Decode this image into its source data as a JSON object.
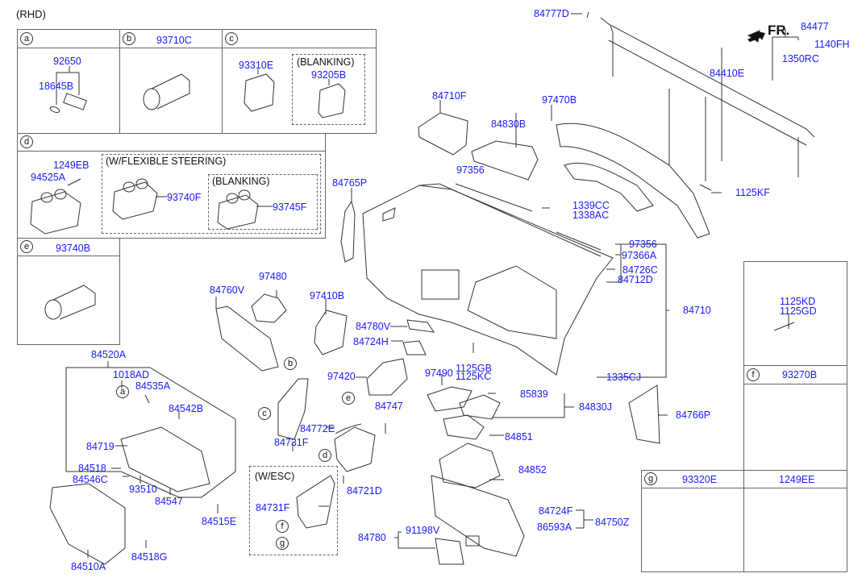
{
  "title": "(RHD)",
  "direction_marker": "FR.",
  "callout_boxes": {
    "a": {
      "letter": "a",
      "parts": [
        "92650",
        "18645B"
      ]
    },
    "b": {
      "letter": "b",
      "header_part": "93710C"
    },
    "c": {
      "letter": "c",
      "parts": [
        "93310E"
      ],
      "blanking_label": "(BLANKING)",
      "blanking_part": "93205B"
    },
    "d": {
      "letter": "d",
      "parts": [
        "1249EB",
        "94525A"
      ],
      "flex_label": "(W/FLEXIBLE STEERING)",
      "flex_part": "93740F",
      "blanking_label": "(BLANKING)",
      "blanking_part": "93745F"
    },
    "e": {
      "letter": "e",
      "header_part": "93740B"
    },
    "bolt_box": {
      "parts": [
        "1125KD",
        "1125GD"
      ]
    },
    "f": {
      "letter": "f",
      "header_part": "93270B"
    },
    "g": {
      "letter": "g",
      "header_part": "93320E",
      "second_part": "1249EE"
    }
  },
  "main_labels": {
    "p84777D": "84777D",
    "p84477": "84477",
    "p1140FH": "1140FH",
    "p1350RC": "1350RC",
    "p84410E": "84410E",
    "p1125KF": "1125KF",
    "p84710F": "84710F",
    "p97470B": "97470B",
    "p84830B": "84830B",
    "p97356a": "97356",
    "p84765P": "84765P",
    "p1339CC": "1339CC",
    "p1338AC": "1338AC",
    "p97356b": "97356",
    "p97366A": "97366A",
    "p84726C": "84726C",
    "p84712D": "84712D",
    "p84710": "84710",
    "p97480": "97480",
    "p84760V": "84760V",
    "p97410B": "97410B",
    "p84780V": "84780V",
    "p84724H": "84724H",
    "p1125GB": "1125GB",
    "p1125KC": "1125KC",
    "p1335CJ": "1335CJ",
    "p97420": "97420",
    "p97490": "97490",
    "p85839": "85839",
    "p84830J": "84830J",
    "p84747": "84747",
    "p84766P": "84766P",
    "p84772E": "84772E",
    "p84731F": "84731F",
    "p84851": "84851",
    "p84721D": "84721D",
    "p84852": "84852",
    "p84520A": "84520A",
    "p1018AD": "1018AD",
    "p84535A": "84535A",
    "p84542B": "84542B",
    "p84719": "84719",
    "p84518": "84518",
    "p84546C": "84546C",
    "p93510": "93510",
    "p84547": "84547",
    "p84515E": "84515E",
    "p84510A": "84510A",
    "p84518G": "84518G",
    "esc_label": "(W/ESC)",
    "p84731F_esc": "84731F",
    "p84724F": "84724F",
    "p86593A": "86593A",
    "p84750Z": "84750Z",
    "p84780": "84780",
    "p91198V": "91198V"
  },
  "ref_circles": {
    "b": "b",
    "c": "c",
    "e": "e",
    "d": "d",
    "a": "a",
    "f": "f",
    "g": "g"
  }
}
